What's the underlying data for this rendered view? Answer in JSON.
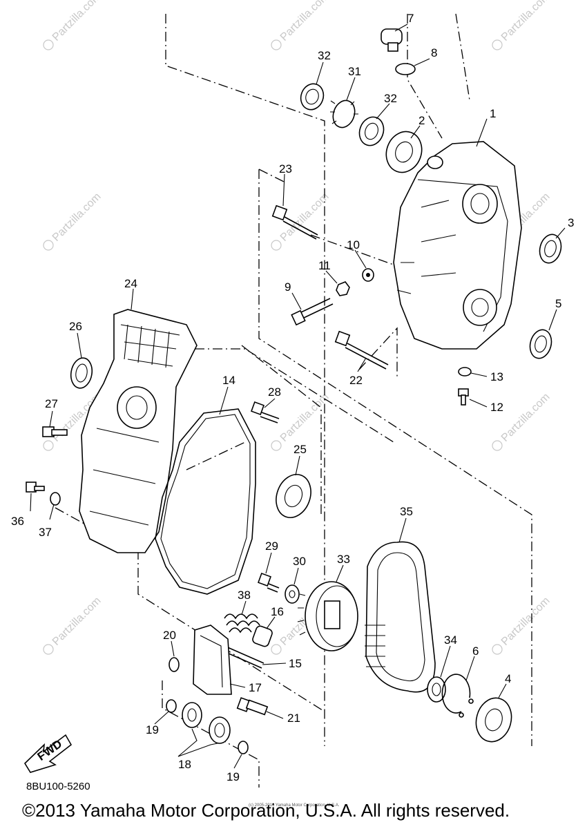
{
  "diagram": {
    "callouts": {
      "p1": "1",
      "p2": "2",
      "p3": "3",
      "p4": "4",
      "p5": "5",
      "p6": "6",
      "p7": "7",
      "p8": "8",
      "p9": "9",
      "p10": "10",
      "p11": "11",
      "p12": "12",
      "p13": "13",
      "p14": "14",
      "p15": "15",
      "p16": "16",
      "p17": "17",
      "p18": "18",
      "p19a": "19",
      "p19b": "19",
      "p20": "20",
      "p21": "21",
      "p22": "22",
      "p23": "23",
      "p24": "24",
      "p25": "25",
      "p26": "26",
      "p27": "27",
      "p28": "28",
      "p29": "29",
      "p30": "30",
      "p31": "31",
      "p32a": "32",
      "p32b": "32",
      "p33": "33",
      "p34": "34",
      "p35": "35",
      "p36": "36",
      "p37": "37",
      "p38": "38"
    },
    "fwd_label": "FWD",
    "watermark": "Partzilla.com",
    "code": "8BU100-5260"
  },
  "footer": {
    "copyright": "©2013 Yamaha Motor Corporation, U.S.A. All rights reserved.",
    "small_copyright": "(c) 2005-2016 Yamaha Motor Corporation, U.S.A."
  }
}
